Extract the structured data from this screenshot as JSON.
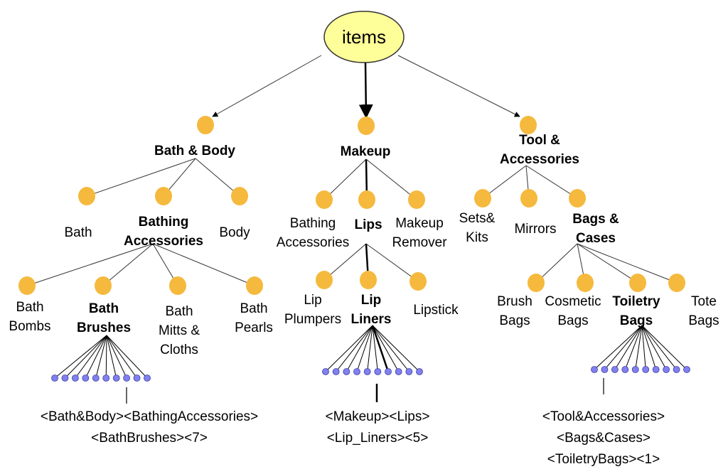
{
  "root": {
    "label": "items",
    "fill": "#ffff99",
    "stroke": "#333333"
  },
  "colors": {
    "node": "#f5b93d",
    "leaf": "#8080f0",
    "leaf_stroke": "#4040a0"
  },
  "level1": [
    {
      "lines": [
        "Bath & Body"
      ],
      "bold": true
    },
    {
      "lines": [
        "Makeup"
      ],
      "bold": true
    },
    {
      "lines": [
        "Tool &",
        "Accessories"
      ],
      "bold": true
    }
  ],
  "level2": [
    {
      "lines": [
        "Bath"
      ],
      "bold": false
    },
    {
      "lines": [
        "Bathing",
        "Accessories"
      ],
      "bold": true
    },
    {
      "lines": [
        "Body"
      ],
      "bold": false
    },
    {
      "lines": [
        "Bathing",
        "Accessories"
      ],
      "bold": false
    },
    {
      "lines": [
        "Lips"
      ],
      "bold": true
    },
    {
      "lines": [
        "Makeup",
        "Remover"
      ],
      "bold": false
    },
    {
      "lines": [
        "Sets&",
        "Kits"
      ],
      "bold": false
    },
    {
      "lines": [
        "Mirrors"
      ],
      "bold": false
    },
    {
      "lines": [
        "Bags &",
        "Cases"
      ],
      "bold": true
    }
  ],
  "level3": [
    {
      "lines": [
        "Bath",
        "Bombs"
      ],
      "bold": false
    },
    {
      "lines": [
        "Bath",
        "Brushes"
      ],
      "bold": true
    },
    {
      "lines": [
        "Bath",
        "Mitts &",
        "Cloths"
      ],
      "bold": false
    },
    {
      "lines": [
        "Bath",
        "Pearls"
      ],
      "bold": false
    },
    {
      "lines": [
        "Lip",
        "Plumpers"
      ],
      "bold": false
    },
    {
      "lines": [
        "Lip",
        "Liners"
      ],
      "bold": true
    },
    {
      "lines": [
        "Lipstick"
      ],
      "bold": false
    },
    {
      "lines": [
        "Brush",
        "Bags"
      ],
      "bold": false
    },
    {
      "lines": [
        "Cosmetic",
        "Bags"
      ],
      "bold": false
    },
    {
      "lines": [
        "Toiletry",
        "Bags"
      ],
      "bold": true
    },
    {
      "lines": [
        "Tote",
        "Bags"
      ],
      "bold": false
    }
  ],
  "paths": [
    [
      "<Bath&Body><BathingAccessories>",
      "<BathBrushes><7>"
    ],
    [
      "<Makeup><Lips>",
      "<Lip_Liners><5>"
    ],
    [
      "<Tool&Accessories>",
      "<Bags&Cases>",
      "<ToiletryBags><1>"
    ]
  ]
}
